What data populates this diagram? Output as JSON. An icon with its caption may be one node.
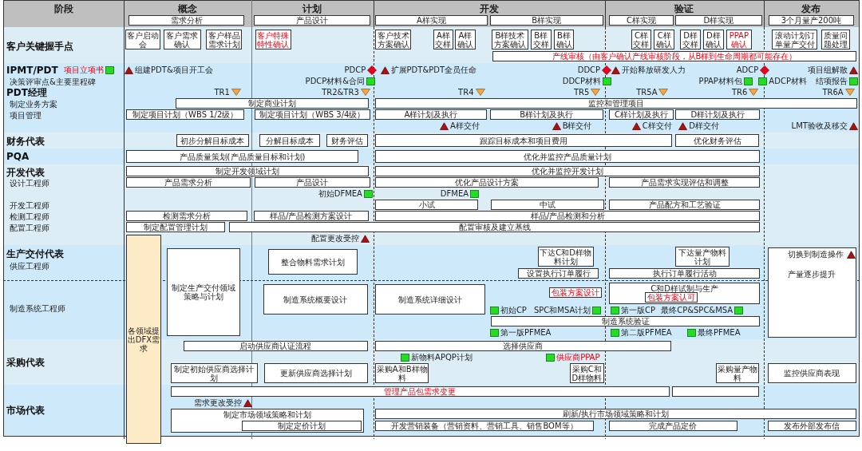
{
  "diagram": {
    "nodes": [
      {
        "text": [
          "需求分析"
        ]
      },
      {
        "text": [
          "产品设计"
        ]
      },
      {
        "text": [
          "A样实现"
        ]
      },
      {
        "text": [
          "B样实现"
        ]
      },
      {
        "text": [
          "C样实现"
        ]
      },
      {
        "text": [
          "D样实现"
        ]
      },
      {
        "text": [
          "3个月量产200吨"
        ]
      },
      {
        "text": [
          "客户启动会"
        ]
      },
      {
        "text": [
          "客户需求确认"
        ]
      },
      {
        "text": [
          "客户样品需求计划"
        ]
      },
      {
        "text": [
          "客户特殊特性确认"
        ]
      },
      {
        "text": [
          "客户技术方案确认"
        ]
      },
      {
        "text": [
          "A样交样"
        ]
      },
      {
        "text": [
          "A样确认"
        ]
      },
      {
        "text": [
          "B样技术方案确认"
        ]
      },
      {
        "text": [
          "B样交样"
        ]
      },
      {
        "text": [
          "B样确认"
        ]
      },
      {
        "text": [
          "C样交样"
        ]
      },
      {
        "text": [
          "C样确认"
        ]
      },
      {
        "text": [
          "D样交样"
        ]
      },
      {
        "text": [
          "D样确认"
        ]
      },
      {
        "text": [
          "PPAP确认"
        ]
      },
      {
        "text": [
          "滚动计划订单量产交付"
        ]
      },
      {
        "text": [
          "质量问题处理"
        ]
      },
      {
        "text": [
          "产线审核（由客户确认产线审核阶段，从B样到生命周期都可能存在）"
        ]
      },
      {
        "text": [
          "项目立项书"
        ]
      },
      {
        "text": [
          "组建PDT&项目开工会"
        ]
      },
      {
        "text": [
          "PDCP"
        ]
      },
      {
        "text": [
          "扩展PDT&PDT全员任命"
        ]
      },
      {
        "text": [
          "DDCP"
        ]
      },
      {
        "text": [
          "开始释放研发人力"
        ]
      },
      {
        "text": [
          "ADCP"
        ]
      },
      {
        "text": [
          "项目组解散"
        ]
      },
      {
        "text": [
          "PDCP材料&合同"
        ]
      },
      {
        "text": [
          "DDCP材料"
        ]
      },
      {
        "text": [
          "PPAP材料包"
        ]
      },
      {
        "text": [
          "ADCP材料"
        ]
      },
      {
        "text": [
          "结项报告"
        ]
      },
      {
        "text": [
          "TR1"
        ]
      },
      {
        "text": [
          "TR2&TR3"
        ]
      },
      {
        "text": [
          "TR4"
        ]
      },
      {
        "text": [
          "TR5"
        ]
      },
      {
        "text": [
          "TR5A"
        ]
      },
      {
        "text": [
          "TR6"
        ]
      },
      {
        "text": [
          "TR6A"
        ]
      },
      {
        "text": [
          "制定商业计划"
        ]
      },
      {
        "text": [
          "监控和管理项目"
        ]
      },
      {
        "text": [
          "制定项目计划（WBS 1/2级）"
        ]
      },
      {
        "text": [
          "制定项目计划（WBS 3/4级）"
        ]
      },
      {
        "text": [
          "A样计划及执行"
        ]
      },
      {
        "text": [
          "B样计划及执行"
        ]
      },
      {
        "text": [
          "C样计划及执行"
        ]
      },
      {
        "text": [
          "D样计划及执行"
        ]
      },
      {
        "text": [
          "A样交付"
        ]
      },
      {
        "text": [
          "B样交付"
        ]
      },
      {
        "text": [
          "C样交付"
        ]
      },
      {
        "text": [
          "D样交付"
        ]
      },
      {
        "text": [
          "LMT验收及移交"
        ]
      },
      {
        "text": [
          "初步分解目标成本"
        ]
      },
      {
        "text": [
          "分解目标成本"
        ]
      },
      {
        "text": [
          "财务评估"
        ]
      },
      {
        "text": [
          "跟踪目标成本和项目费用"
        ]
      },
      {
        "text": [
          "优化财务评估"
        ]
      },
      {
        "text": [
          "产品质量策划(产品质量目标和计划)"
        ]
      },
      {
        "text": [
          "优化并监控产品质量计划"
        ]
      },
      {
        "text": [
          "制定开发领域计划"
        ]
      },
      {
        "text": [
          "优化并监控开发计划"
        ]
      },
      {
        "text": [
          "产品需求分析"
        ]
      },
      {
        "text": [
          "产品设计"
        ]
      },
      {
        "text": [
          "优化产品设计方案"
        ]
      },
      {
        "text": [
          "产品需求实现评估和调整"
        ]
      },
      {
        "text": [
          "初始DFMEA"
        ]
      },
      {
        "text": [
          "DFMEA"
        ]
      },
      {
        "text": [
          "小试"
        ]
      },
      {
        "text": [
          "中试"
        ]
      },
      {
        "text": [
          "产品配方和工艺验证"
        ]
      },
      {
        "text": [
          "检测需求分析"
        ]
      },
      {
        "text": [
          "样品/产品检测方案设计"
        ]
      },
      {
        "text": [
          "样品/产品检测和分析"
        ]
      },
      {
        "text": [
          "制定配置管理计划"
        ]
      },
      {
        "text": [
          "配置审核及建立基线"
        ]
      },
      {
        "text": [
          "配置更改受控"
        ]
      },
      {
        "text": [
          "各领域提出DFX需求"
        ]
      },
      {
        "text": [
          "制定生产交付领域策略与计划"
        ]
      },
      {
        "text": [
          "整合物料需求计划"
        ]
      },
      {
        "text": [
          "制造系统概要设计"
        ]
      },
      {
        "text": [
          "下达C和D样物料计划"
        ]
      },
      {
        "text": [
          "设置执行订单履行"
        ]
      },
      {
        "text": [
          "下达量产物料计划"
        ]
      },
      {
        "text": [
          "执行订单履行活动"
        ]
      },
      {
        "text": [
          "切换到制造操作",
          "产量逐步提升"
        ]
      },
      {
        "text": [
          "制造系统详细设计"
        ]
      },
      {
        "text": [
          "包装方案设计"
        ]
      },
      {
        "text": [
          "C和D样试制与生产"
        ]
      },
      {
        "text": [
          "包装方案认可"
        ],
        "in": 93
      },
      {
        "text": [
          "初始CP"
        ]
      },
      {
        "text": [
          "SPC和MSA计划"
        ]
      },
      {
        "text": [
          "第一版CP"
        ]
      },
      {
        "text": [
          "最终CP&SPC&MSA"
        ]
      },
      {
        "text": [
          "制造系统验证"
        ]
      },
      {
        "text": [
          "第一版PFMEA"
        ]
      },
      {
        "text": [
          "第二版PFMEA"
        ]
      },
      {
        "text": [
          "最终PFMEA"
        ]
      },
      {
        "text": [
          "启动供应商认证流程"
        ]
      },
      {
        "text": [
          "选择供应商"
        ]
      },
      {
        "text": [
          "新物料APQP计划"
        ]
      },
      {
        "text": [
          "供应商PPAP"
        ]
      },
      {
        "text": [
          "制定初始供应商选择计划"
        ]
      },
      {
        "text": [
          "更新供应商选择计划"
        ]
      },
      {
        "text": [
          "采购A和B样物料"
        ]
      },
      {
        "text": [
          "采购C和D样物料"
        ]
      },
      {
        "text": [
          "采购量产物料"
        ]
      },
      {
        "text": [
          "监控供应商表现"
        ]
      },
      {
        "text": [
          "管理产品包需求变更"
        ]
      },
      {
        "text": [],
        "shape": "box"
      },
      {
        "text": [
          "需求更改受控"
        ]
      },
      {
        "text": [
          "制定市场领域策略和计划"
        ]
      },
      {
        "text": [
          "制定定价计划"
        ],
        "in": 116
      },
      {
        "text": [
          "刷新/执行市场领域策略和计划"
        ]
      },
      {
        "text": [
          "开发营销装备（营销资料、营销工具、销售BOM等）"
        ]
      },
      {
        "text": [
          "完成产品定价"
        ]
      },
      {
        "text": [
          "发布外部发布信"
        ]
      }
    ],
    "labels": [
      "阶段",
      "概念",
      "计划",
      "开发",
      "验证",
      "发布",
      "客户关键握手点",
      "IPMT/PDT",
      "决策评审点&主要里程碑",
      "PDT经理",
      "制定业务方案",
      "项目管理",
      "财务代表",
      "PQA",
      "开发代表",
      "设计工程师",
      "开发工程师",
      "检测工程师",
      "配置工程师",
      "生产交付代表",
      "供应工程师",
      "制造系统工程师",
      "采购代表",
      "市场代表"
    ]
  }
}
